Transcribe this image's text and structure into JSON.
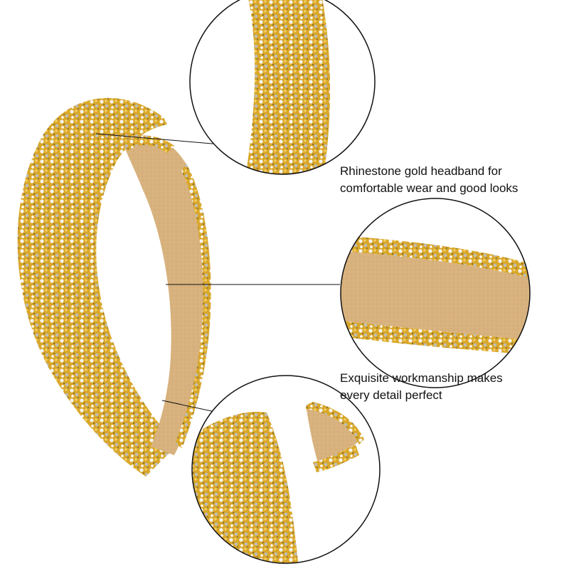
{
  "captions": [
    {
      "lines": [
        "Rhinestone gold headband for",
        "comfortable wear and good looks"
      ]
    },
    {
      "lines": [
        "Exquisite workmanship makes",
        "every detail perfect"
      ]
    }
  ],
  "colors": {
    "gold": "#d9a72a",
    "silver": "#e7e7e7",
    "velvet": "#d8b27e",
    "velvet_dark": "#c29a64",
    "outline": "#111111"
  }
}
